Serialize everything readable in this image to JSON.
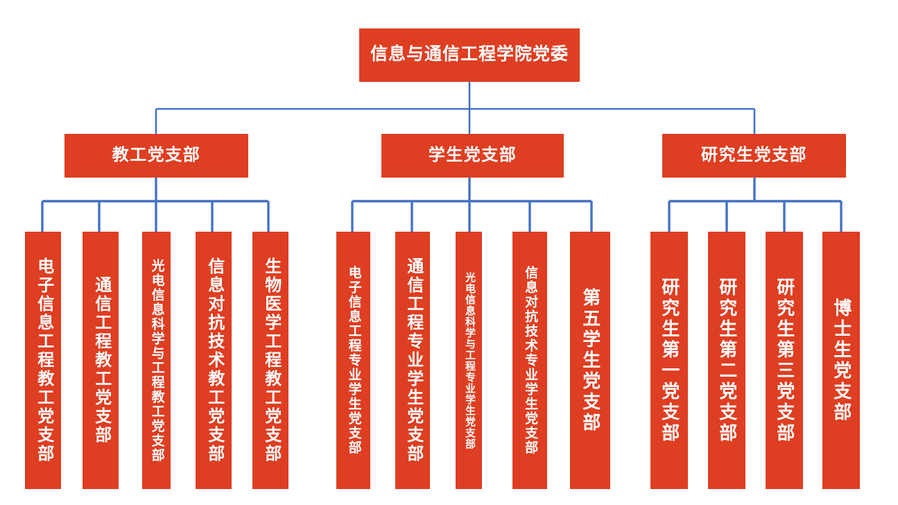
{
  "colors": {
    "node_fill": "#DE3E22",
    "node_text": "#FFFFFF",
    "connector": "#4472C4",
    "background": "#FFFFFF"
  },
  "root": {
    "label": "信息与通信工程学院党委"
  },
  "branches": [
    {
      "label": "教工党支部"
    },
    {
      "label": "学生党支部"
    },
    {
      "label": "研究生党支部"
    }
  ],
  "leaves": {
    "faculty": [
      {
        "label": "电子信息工程教工党支部"
      },
      {
        "label": "通信工程教工党支部"
      },
      {
        "label": "光电信息科学与工程教工党支部"
      },
      {
        "label": "信息对抗技术教工党支部"
      },
      {
        "label": "生物医学工程教工党支部"
      }
    ],
    "student": [
      {
        "label": "电子信息工程专业学生党支部"
      },
      {
        "label": "通信工程专业学生党支部"
      },
      {
        "label": "光电信息科学与工程专业学生党支部"
      },
      {
        "label": "信息对抗技术专业学生党支部"
      },
      {
        "label": "第五学生党支部"
      }
    ],
    "graduate": [
      {
        "label": "研究生第一党支部"
      },
      {
        "label": "研究生第二党支部"
      },
      {
        "label": "研究生第三党支部"
      },
      {
        "label": "博士生党支部"
      }
    ]
  }
}
